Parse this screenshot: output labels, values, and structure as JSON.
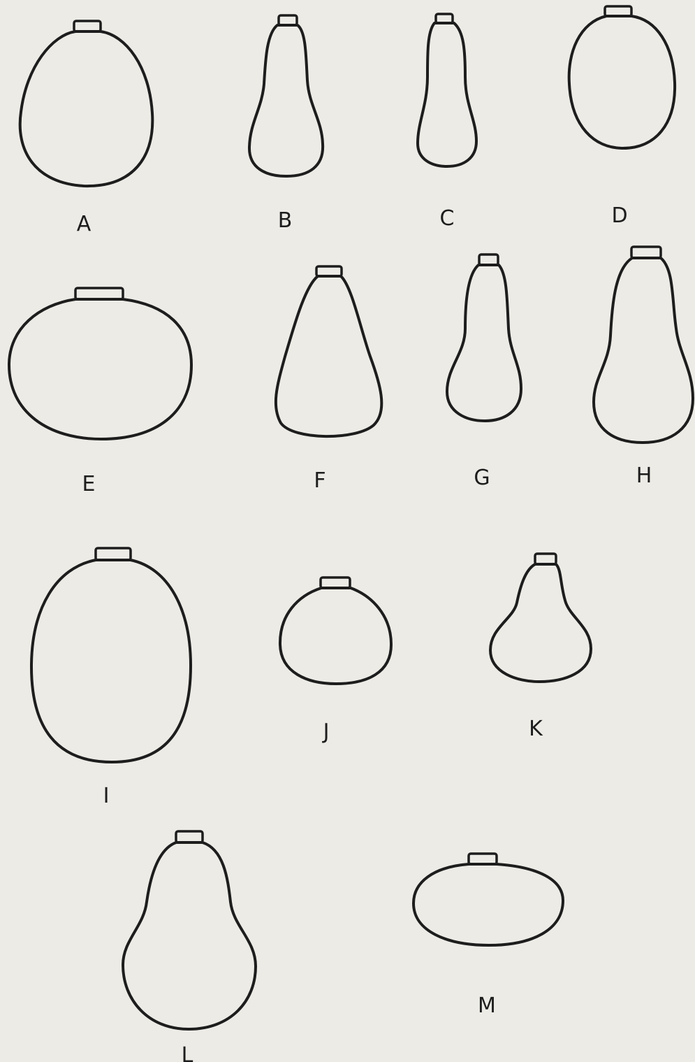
{
  "figure": {
    "shapes": [
      {
        "id": "A",
        "label": "A"
      },
      {
        "id": "B",
        "label": "B"
      },
      {
        "id": "C",
        "label": "C"
      },
      {
        "id": "D",
        "label": "D"
      },
      {
        "id": "E",
        "label": "E"
      },
      {
        "id": "F",
        "label": "F"
      },
      {
        "id": "G",
        "label": "G"
      },
      {
        "id": "H",
        "label": "H"
      },
      {
        "id": "I",
        "label": "I"
      },
      {
        "id": "J",
        "label": "J"
      },
      {
        "id": "K",
        "label": "K"
      },
      {
        "id": "L",
        "label": "L"
      },
      {
        "id": "M",
        "label": "M"
      }
    ]
  }
}
